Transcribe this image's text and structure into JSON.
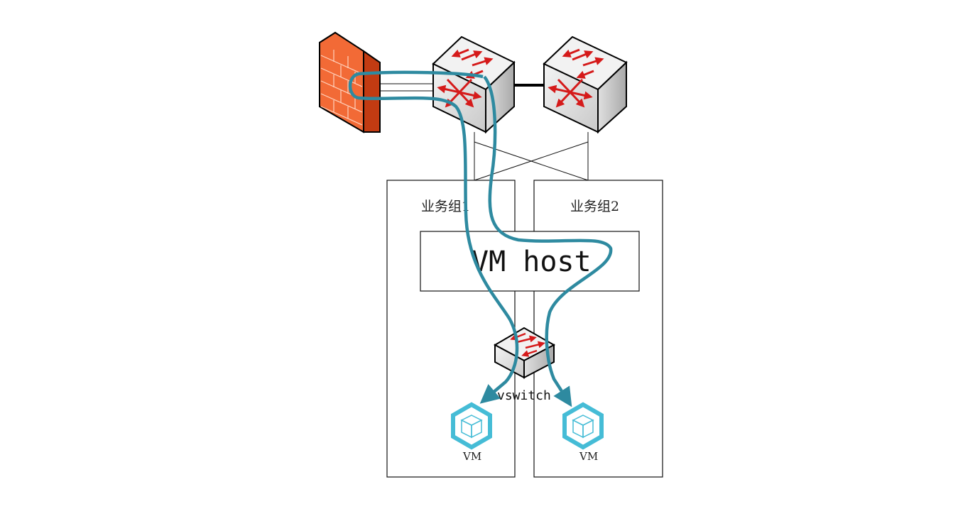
{
  "groups": [
    {
      "label": "业务组1"
    },
    {
      "label": "业务组2"
    }
  ],
  "host": {
    "label": "VM host"
  },
  "vswitch": {
    "label": "vswitch"
  },
  "vms": [
    {
      "label": "VM"
    },
    {
      "label": "VM"
    }
  ],
  "colors": {
    "flow": "#2e8aa0",
    "firewall": "#ee5a2a",
    "switch_arrow": "#d51a1a",
    "vm_hex": "#45bcd6"
  },
  "icons": [
    "firewall-icon",
    "core-switch-icon",
    "vswitch-icon",
    "vm-cube-icon"
  ]
}
